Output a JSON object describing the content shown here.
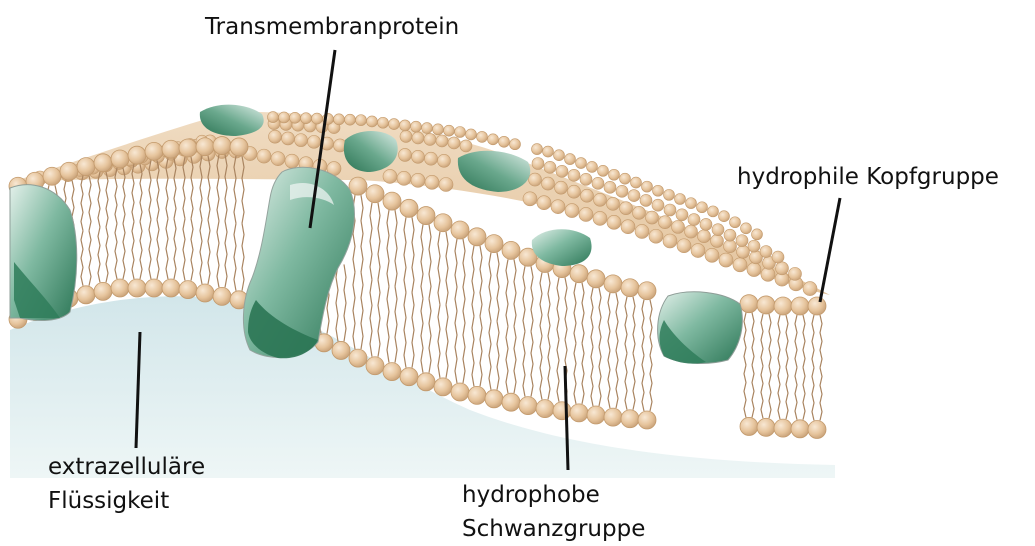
{
  "labels": {
    "transmembrane": "Transmembranprotein",
    "hydrophilic": "hydrophile Kopfgruppe",
    "extracellular": "extrazelluläre\nFlüssigkeit",
    "hydrophobic": "hydrophobe\nSchwanzgruppe"
  },
  "colors": {
    "head_fill": "#e6c49c",
    "head_stroke": "#c39a6c",
    "tail": "#a98460",
    "protein_light": "#cfe4dc",
    "protein_mid": "#6fae94",
    "protein_dark": "#2f7d5b",
    "fluid_top": "#d7e9ec",
    "fluid_bottom": "#eef6f6",
    "leader_line": "#111111"
  }
}
